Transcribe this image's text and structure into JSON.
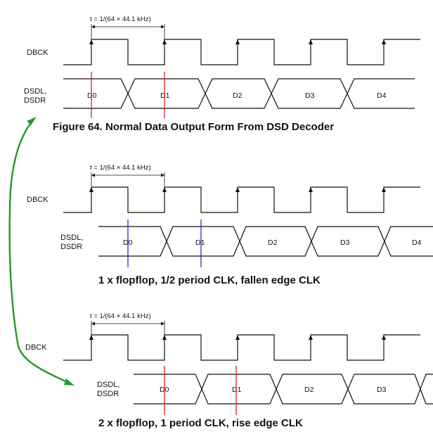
{
  "colors": {
    "ink": "#111111",
    "red_marker": "#e02020",
    "blue_marker": "#2a2ad0",
    "green_arrow": "#1f9a2a"
  },
  "panels": [
    {
      "period_label": "t = 1/(64 × 44.1 kHz)",
      "clock_label": "DBCK",
      "data_label_line1": "DSDL,",
      "data_label_line2": "DSDR",
      "data_cells": [
        "D0",
        "D1",
        "D2",
        "D3",
        "D4"
      ],
      "caption": "Figure 64.  Normal Data Output Form From DSD Decoder",
      "marker_color": "red"
    },
    {
      "period_label": "t = 1/(64 × 44.1 kHz)",
      "clock_label": "DBCK",
      "data_label_line1": "DSDL,",
      "data_label_line2": "DSDR",
      "data_cells": [
        "D0",
        "D1",
        "D2",
        "D3",
        "D4"
      ],
      "caption": "1 x flopflop, 1/2 period CLK, fallen edge CLK",
      "marker_color": "blue"
    },
    {
      "period_label": "t = 1/(64 × 44.1 kHz)",
      "clock_label": "DBCK",
      "data_label_line1": "DSDL,",
      "data_label_line2": "DSDR",
      "data_cells": [
        "D0",
        "D1",
        "D2",
        "D3"
      ],
      "caption": "2 x flopflop, 1 period CLK, rise edge CLK",
      "marker_color": "red"
    }
  ]
}
